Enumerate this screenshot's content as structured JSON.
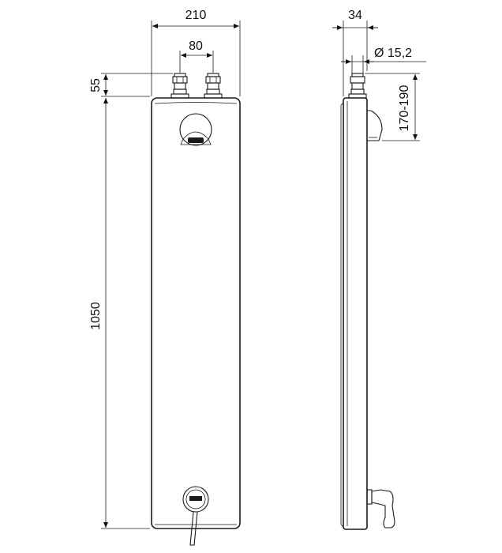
{
  "dimensions": {
    "front_width": "210",
    "inlet_spacing": "80",
    "connector_height": "55",
    "panel_height": "1050",
    "side_depth": "34",
    "connector_diameter": "Ø 15,2",
    "button_height_range": "170-190"
  },
  "colors": {
    "line": "#1a1a1a",
    "background": "#ffffff"
  }
}
